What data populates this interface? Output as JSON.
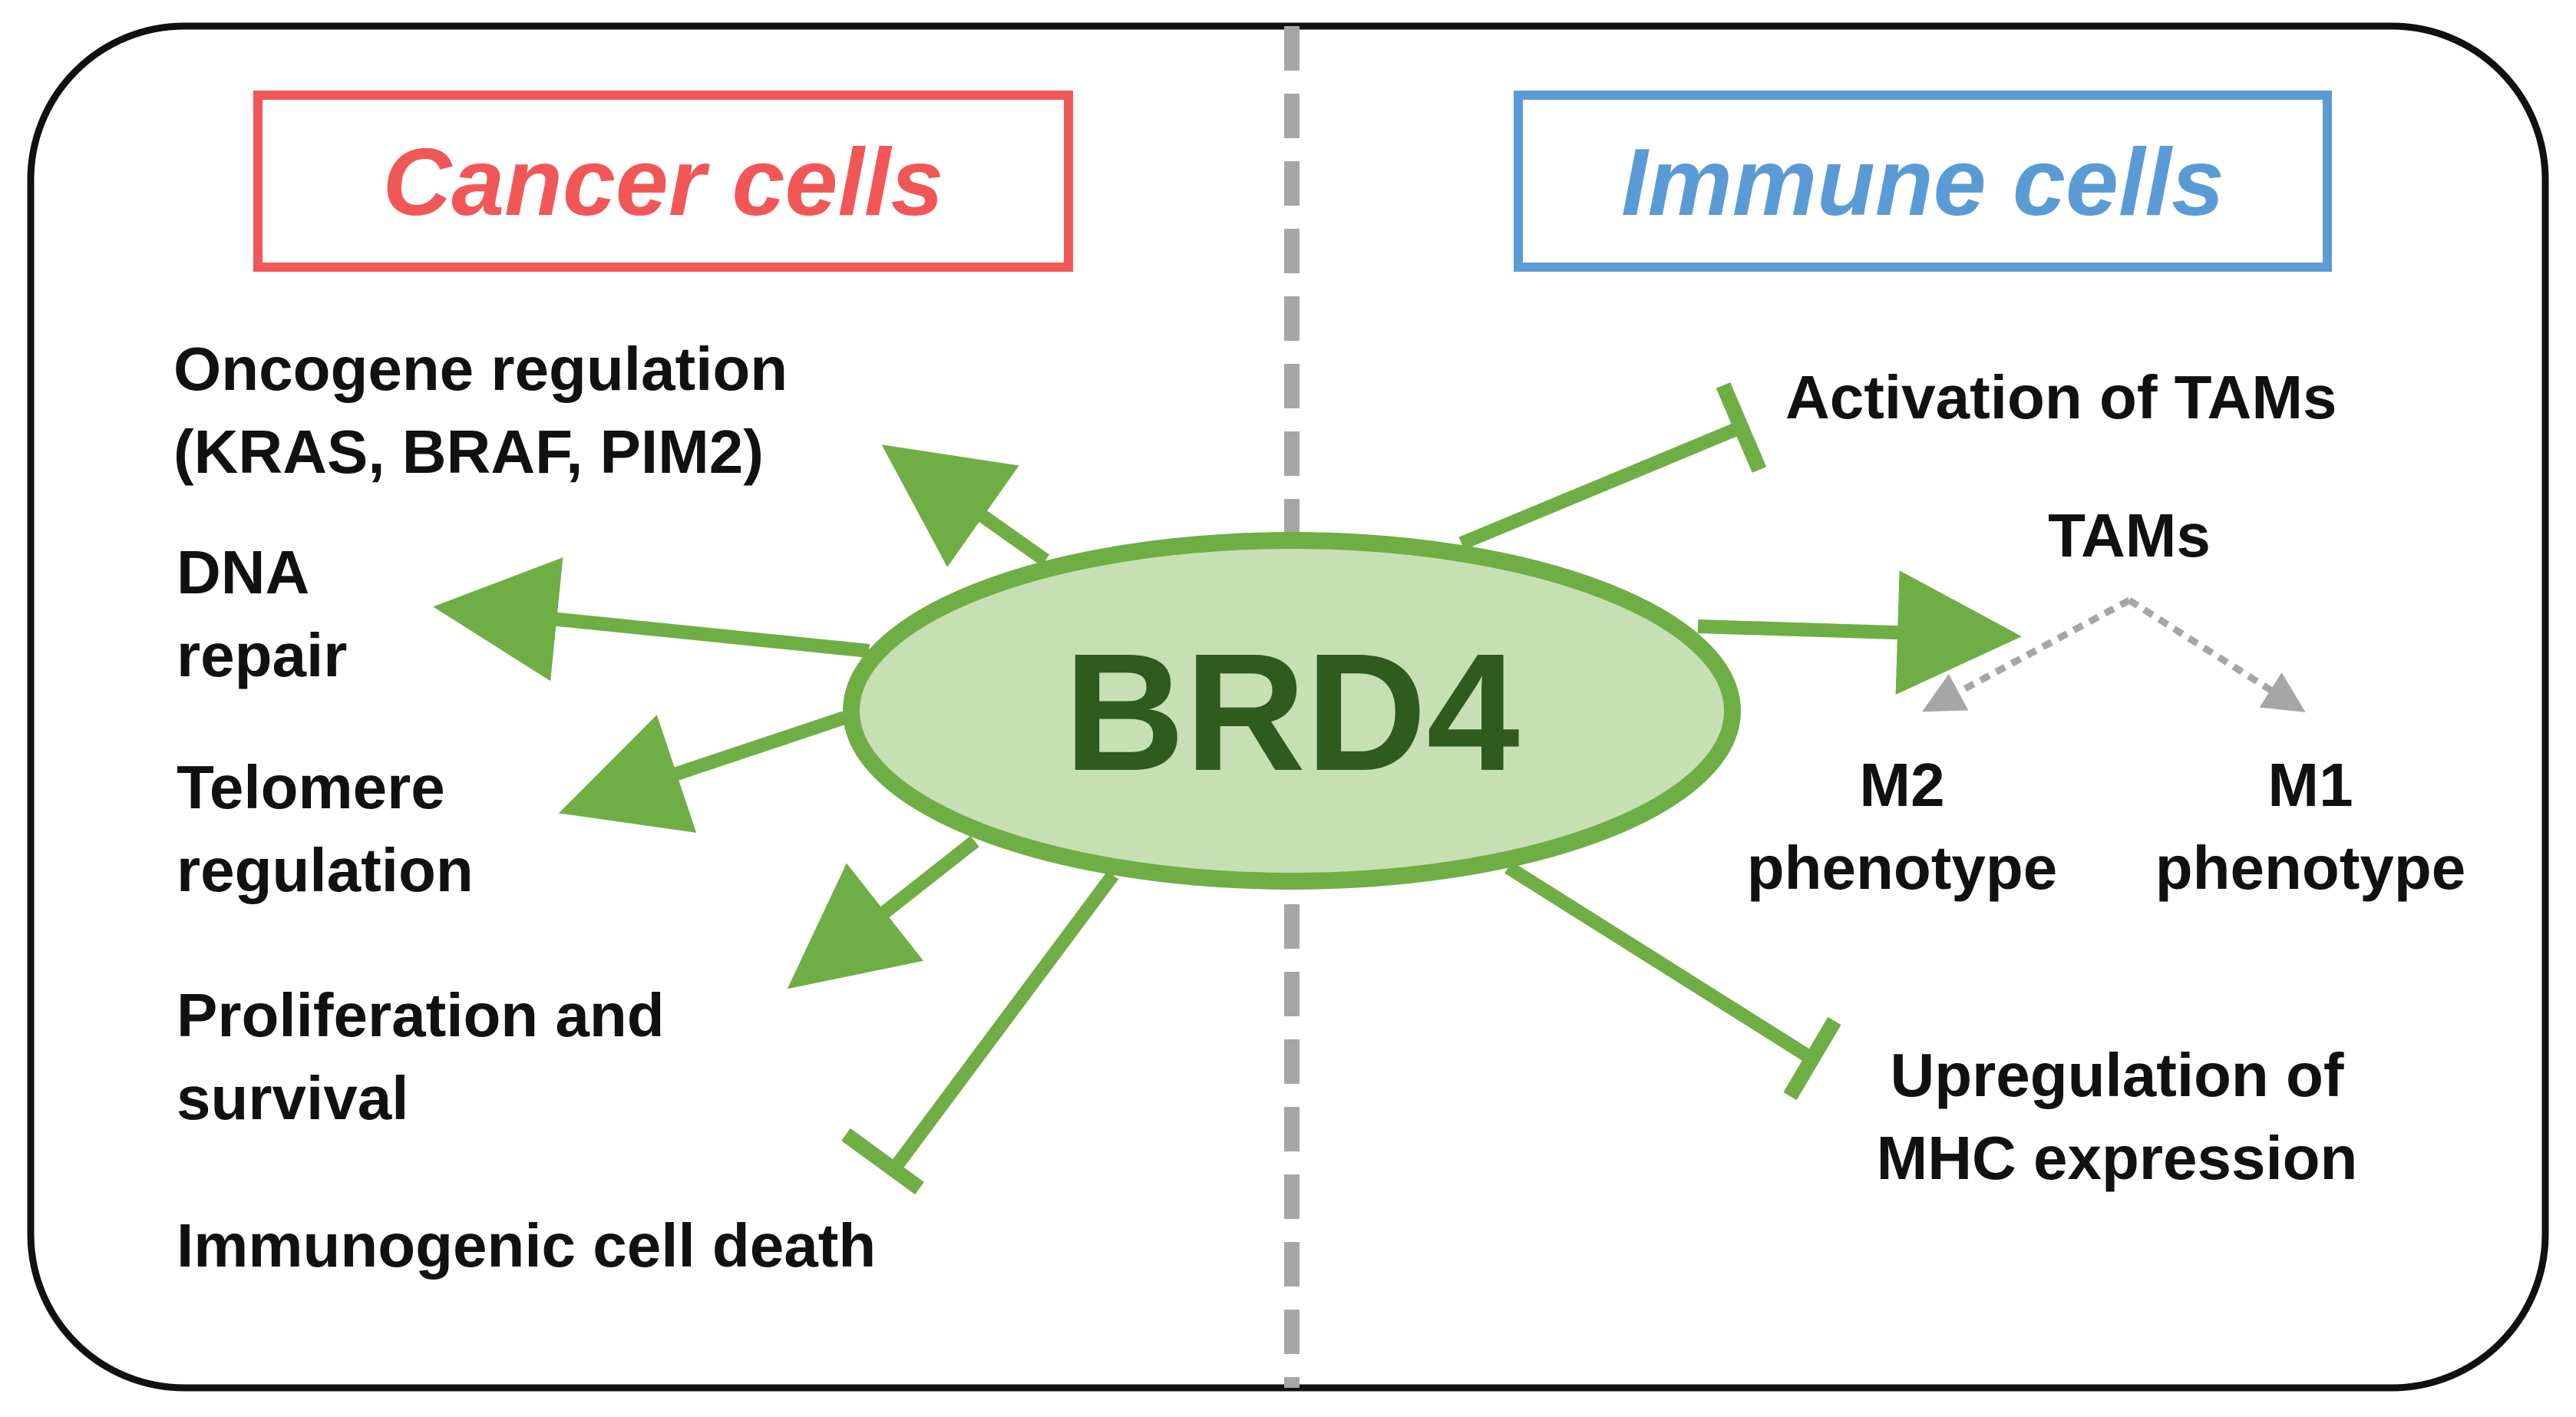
{
  "colors": {
    "frame": "#111111",
    "divider": "#a6a6a6",
    "cancer": "#f25757",
    "immune": "#5b9bd5",
    "arrow": "#6fae45",
    "ellipse_fill": "#c6e0b4",
    "ellipse_stroke": "#6fae45",
    "center_text": "#2f5b1e",
    "dotted": "#a6a6a6",
    "label": "#111111"
  },
  "headers": {
    "cancer": "Cancer cells",
    "immune": "Immune cells"
  },
  "center": {
    "label": "BRD4"
  },
  "cancer_effects": [
    {
      "id": "oncogene",
      "lines": [
        "Oncogene regulation",
        "(KRAS, BRAF, PIM2)"
      ],
      "relation": "promotes"
    },
    {
      "id": "dna-repair",
      "lines": [
        "DNA",
        "repair"
      ],
      "relation": "promotes"
    },
    {
      "id": "telomere",
      "lines": [
        "Telomere",
        "regulation"
      ],
      "relation": "promotes"
    },
    {
      "id": "proliferation",
      "lines": [
        "Proliferation and",
        "survival"
      ],
      "relation": "promotes"
    },
    {
      "id": "immunogenic",
      "lines": [
        "Immunogenic cell death"
      ],
      "relation": "inhibits"
    }
  ],
  "immune_effects": [
    {
      "id": "activation-tams",
      "lines": [
        "Activation of TAMs"
      ],
      "relation": "inhibits"
    },
    {
      "id": "tams",
      "lines": [
        "TAMs"
      ],
      "relation": "promotes"
    },
    {
      "id": "mhc",
      "lines": [
        "Upregulation of",
        "MHC expression"
      ],
      "relation": "inhibits"
    }
  ],
  "tam_phenotypes": [
    {
      "id": "m2",
      "lines": [
        "M2",
        "phenotype"
      ]
    },
    {
      "id": "m1",
      "lines": [
        "M1",
        "phenotype"
      ]
    }
  ]
}
